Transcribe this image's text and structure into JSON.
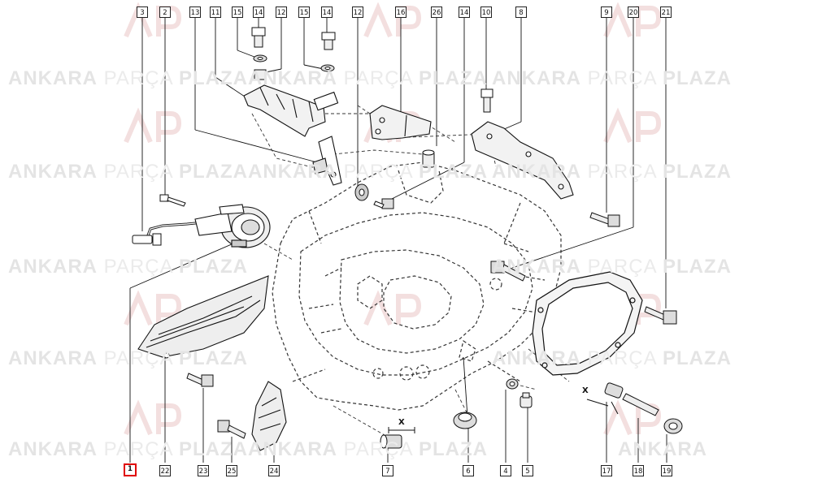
{
  "watermark": {
    "brand_bold_1": "ANKARA",
    "brand_light": "PARÇA",
    "brand_bold_2": "PLAZA",
    "logo_text": "AP"
  },
  "callouts": {
    "c3": "3",
    "c2": "2",
    "c13": "13",
    "c11": "11",
    "c15a": "15",
    "c14a": "14",
    "c12a": "12",
    "c15b": "15",
    "c14b": "14",
    "c12b": "12",
    "c16": "16",
    "c26": "26",
    "c14c": "14",
    "c10": "10",
    "c8": "8",
    "c9": "9",
    "c20": "20",
    "c21": "21",
    "c1": "1",
    "c22": "22",
    "c23": "23",
    "c25": "25",
    "c24": "24",
    "c7": "7",
    "c6": "6",
    "c4": "4",
    "c5": "5",
    "c17": "17",
    "c18": "18",
    "c19": "19"
  },
  "marks": {
    "x1": "X",
    "x2": "X"
  },
  "colors": {
    "line": "#111111",
    "dashed": "#333333",
    "highlight": "#e00000",
    "watermark": "#e4e4e4"
  }
}
